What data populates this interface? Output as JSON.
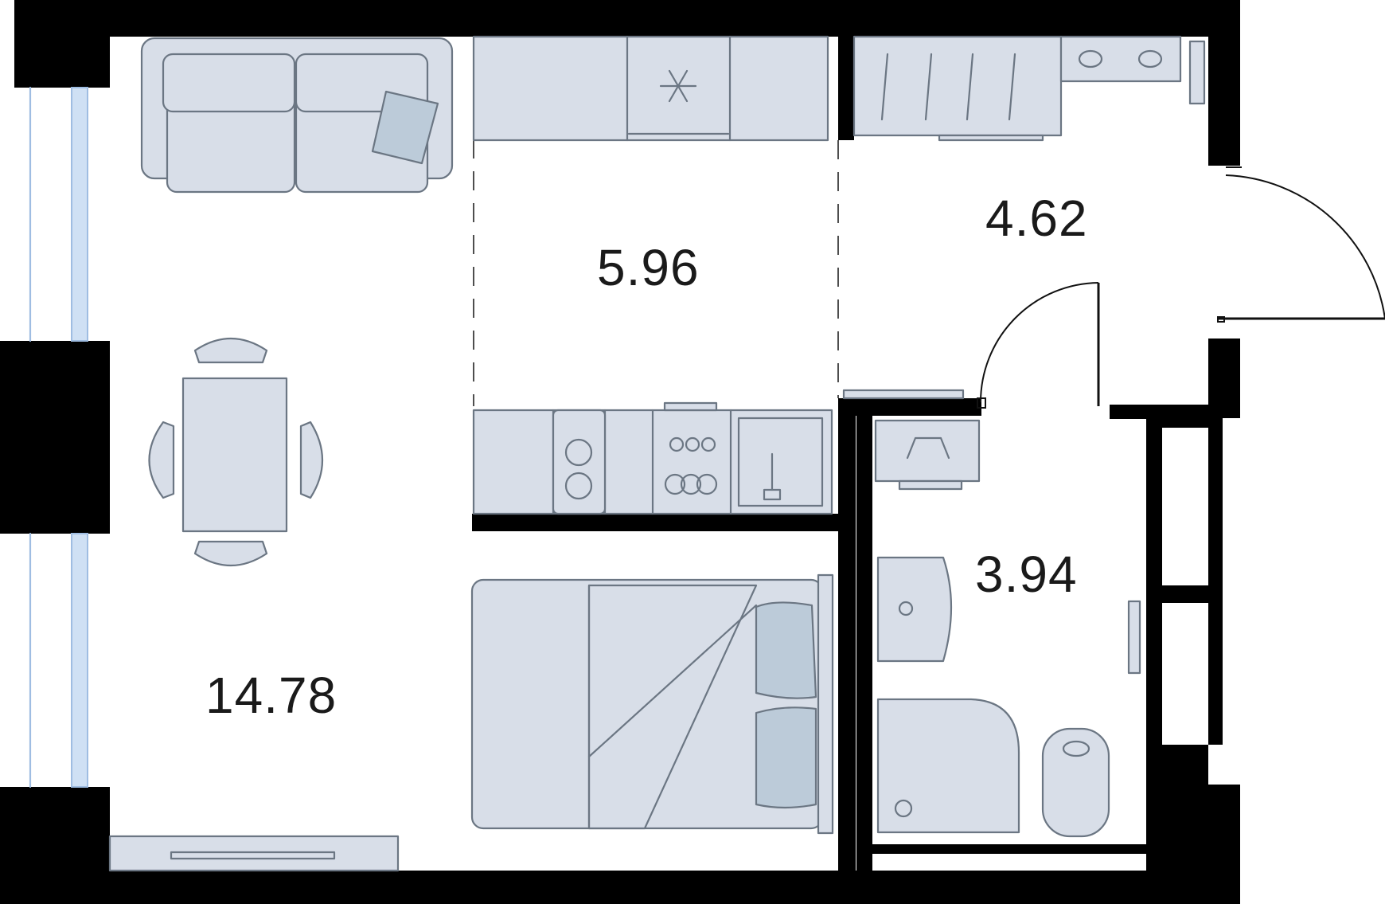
{
  "plan": {
    "rooms": [
      {
        "id": "living-room",
        "area": "14.78"
      },
      {
        "id": "kitchen",
        "area": "5.96"
      },
      {
        "id": "hallway",
        "area": "4.62"
      },
      {
        "id": "bathroom",
        "area": "3.94"
      }
    ],
    "colors": {
      "wall": "#000000",
      "furniture_fill": "#d8dee8",
      "furniture_stroke": "#6b7683",
      "cushion": "#bccbd9",
      "window_glass": "#cfe0f4"
    },
    "icons": [
      "snowflake-icon",
      "hanger-icon",
      "shoes-icon",
      "faucet-icon",
      "drain-icon"
    ]
  }
}
